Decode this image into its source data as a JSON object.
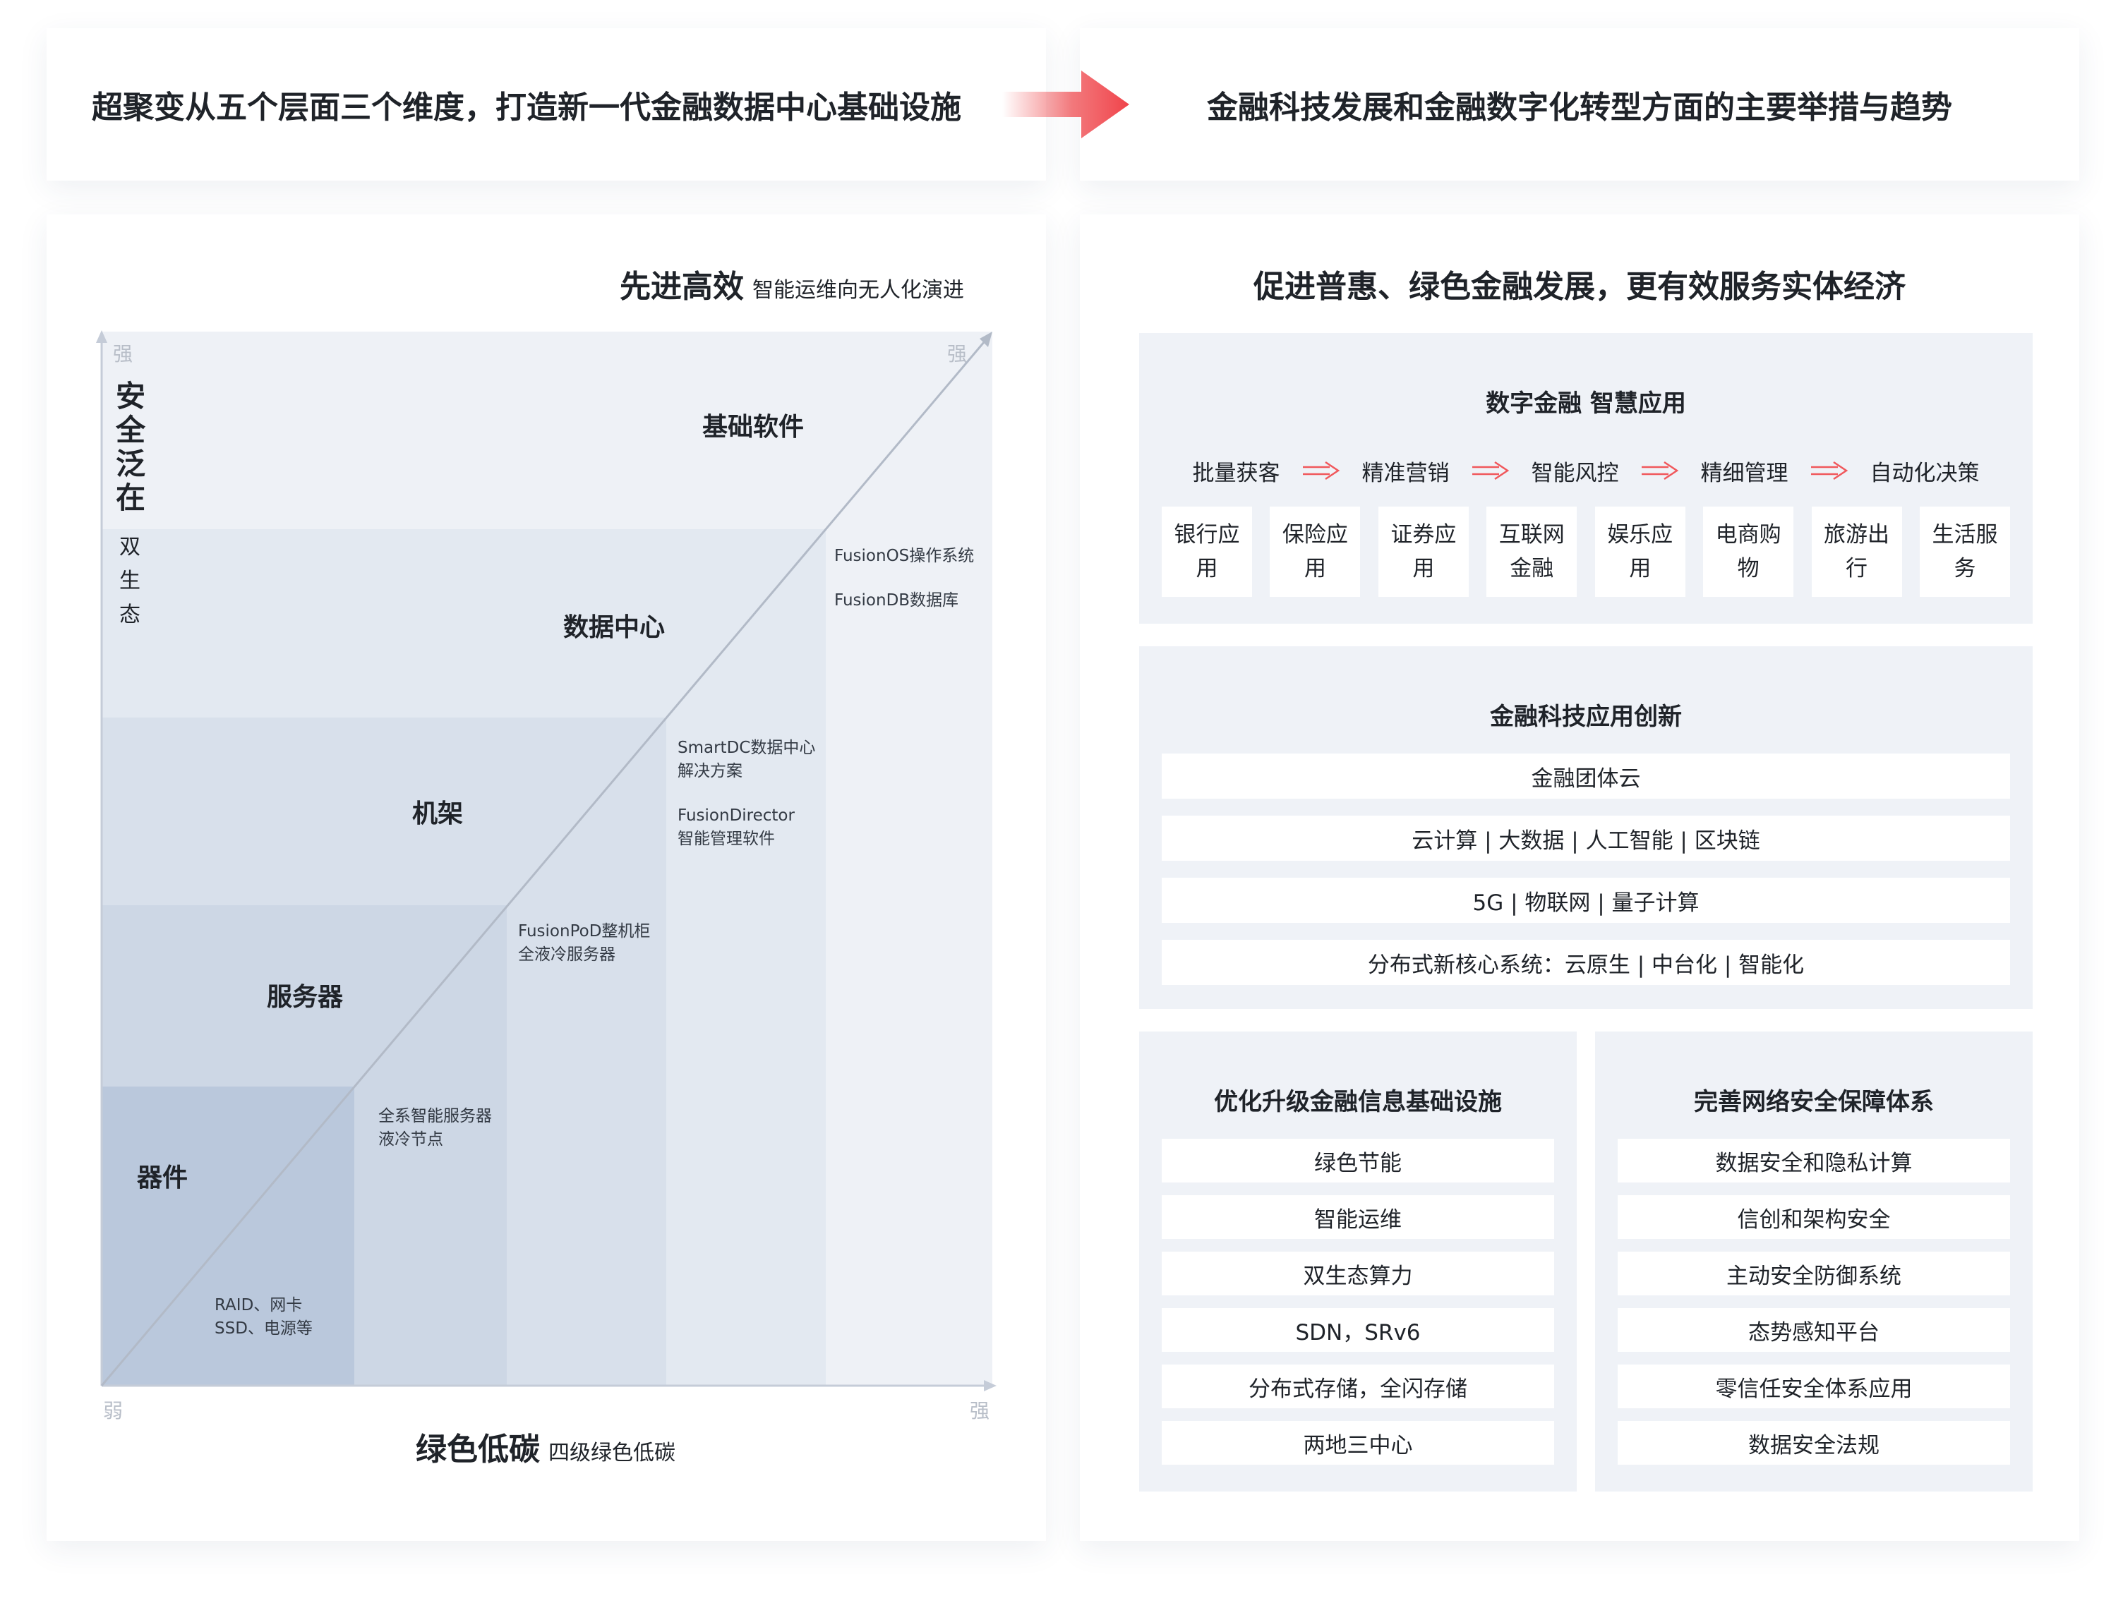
{
  "header": {
    "left_title": "超聚变从五个层面三个维度，打造新一代金融数据中心基础设施",
    "right_title": "金融科技发展和金融数字化转型方面的主要举措与趋势"
  },
  "left": {
    "top_caption": {
      "main": "先进高效",
      "sub": "智能运维向无人化演进"
    },
    "bottom_caption": {
      "main": "绿色低碳",
      "sub": "四级绿色低碳"
    },
    "vertical_caption": {
      "main": [
        "安",
        "全",
        "泛",
        "在"
      ],
      "sub": [
        "双",
        "生",
        "态"
      ]
    },
    "axis": {
      "strong_top": "强",
      "strong_top_right": "强",
      "strong_bottom_right": "强",
      "weak": "弱"
    },
    "layers": [
      {
        "label": "基础软件",
        "products": [
          "FusionOS操作系统",
          "FusionDB数据库"
        ]
      },
      {
        "label": "数据中心",
        "products": [
          "SmartDC数据中心",
          "解决方案",
          "FusionDirector",
          "智能管理软件"
        ]
      },
      {
        "label": "机架",
        "products": [
          "FusionPoD整机柜",
          "全液冷服务器"
        ]
      },
      {
        "label": "服务器",
        "products": [
          "全系智能服务器",
          "液冷节点"
        ]
      },
      {
        "label": "器件",
        "products": [
          "RAID、网卡",
          "SSD、电源等"
        ]
      }
    ],
    "colors": {
      "zone1": "#eef1f6",
      "zone2": "#e3e9f1",
      "zone3": "#d8e0eb",
      "zone4": "#cdd7e5",
      "zone5": "#bac8dc",
      "axis": "#c5ccd8"
    }
  },
  "right": {
    "title": "促进普惠、绿色金融发展，更有效服务实体经济",
    "digital": {
      "title": "数字金融 智慧应用",
      "flow": [
        "批量获客",
        "精准营销",
        "智能风控",
        "精细管理",
        "自动化决策"
      ],
      "apps": [
        "银行应用",
        "保险应用",
        "证券应用",
        "互联网金融",
        "娱乐应用",
        "电商购物",
        "旅游出行",
        "生活服务"
      ]
    },
    "innovation": {
      "title": "金融科技应用创新",
      "items": [
        "金融团体云",
        "云计算 | 大数据 | 人工智能 | 区块链",
        "5G | 物联网 | 量子计算",
        "分布式新核心系统：云原生 | 中台化 | 智能化"
      ]
    },
    "infrastructure": {
      "title": "优化升级金融信息基础设施",
      "items": [
        "绿色节能",
        "智能运维",
        "双生态算力",
        "SDN，SRv6",
        "分布式存储，全闪存储",
        "两地三中心"
      ]
    },
    "security": {
      "title": "完善网络安全保障体系",
      "items": [
        "数据安全和隐私计算",
        "信创和架构安全",
        "主动安全防御系统",
        "态势感知平台",
        "零信任安全体系应用",
        "数据安全法规"
      ]
    },
    "colors": {
      "panel": "#eff2f7",
      "accent_arrow": "#f0585c"
    }
  }
}
